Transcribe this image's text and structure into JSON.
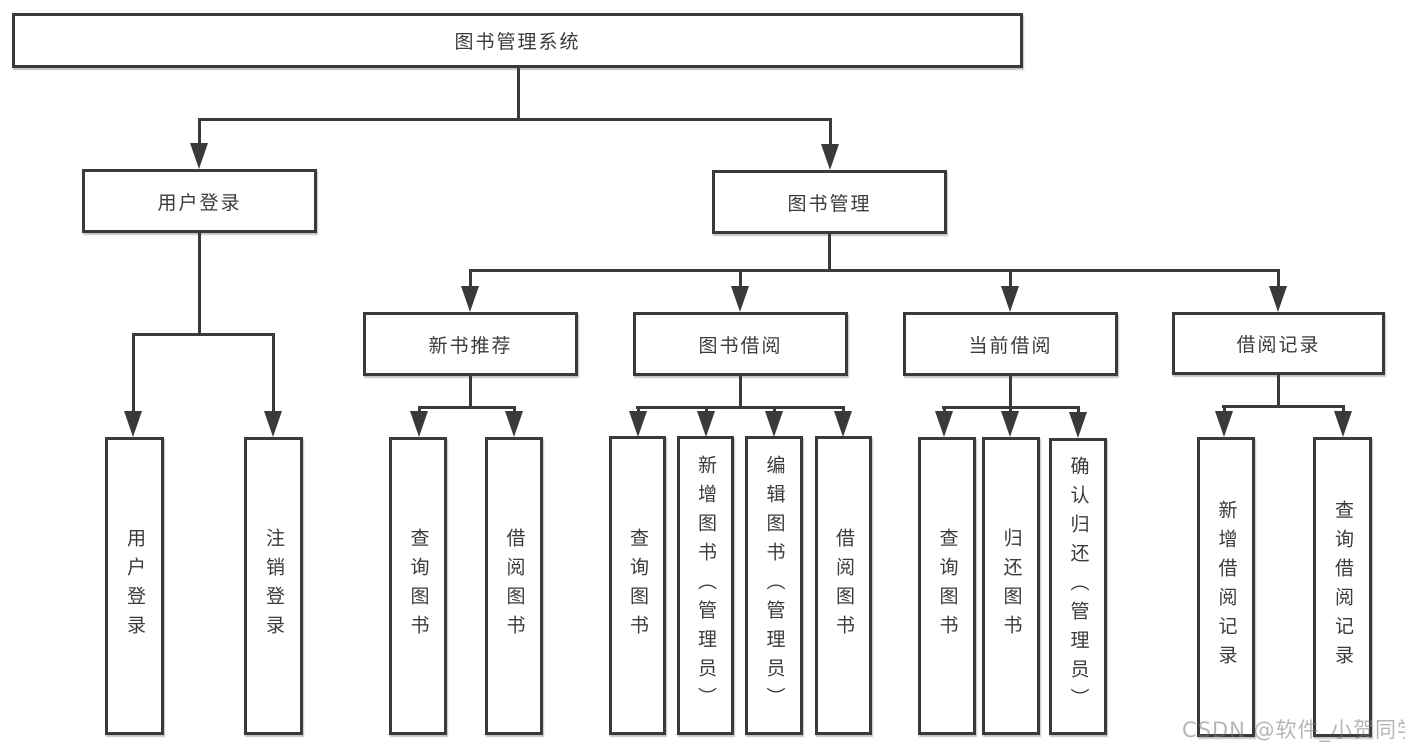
{
  "diagram": {
    "title": "图书管理系统",
    "root": {
      "label": "图书管理系统"
    },
    "login_branch": {
      "label": "用户登录",
      "children": [
        {
          "label": "用户登录"
        },
        {
          "label": "注销登录"
        }
      ]
    },
    "mgmt_branch": {
      "label": "图书管理",
      "groups": [
        {
          "label": "新书推荐",
          "children": [
            {
              "label": "查询图书"
            },
            {
              "label": "借阅图书"
            }
          ]
        },
        {
          "label": "图书借阅",
          "children": [
            {
              "label": "查询图书"
            },
            {
              "label": "新增图书（管理员）"
            },
            {
              "label": "编辑图书（管理员）"
            },
            {
              "label": "借阅图书"
            }
          ]
        },
        {
          "label": "当前借阅",
          "children": [
            {
              "label": "查询图书"
            },
            {
              "label": "归还图书"
            },
            {
              "label": "确认归还（管理员）"
            }
          ]
        },
        {
          "label": "借阅记录",
          "children": [
            {
              "label": "新增借阅记录"
            },
            {
              "label": "查询借阅记录"
            }
          ]
        }
      ]
    }
  },
  "palette": {
    "line_color": "#3a3a3a",
    "text_color": "#3b3b3b",
    "background": "#ffffff",
    "watermark_color": "#7d7882"
  },
  "watermark": {
    "text": "CSDN @软件_小贺同学"
  }
}
